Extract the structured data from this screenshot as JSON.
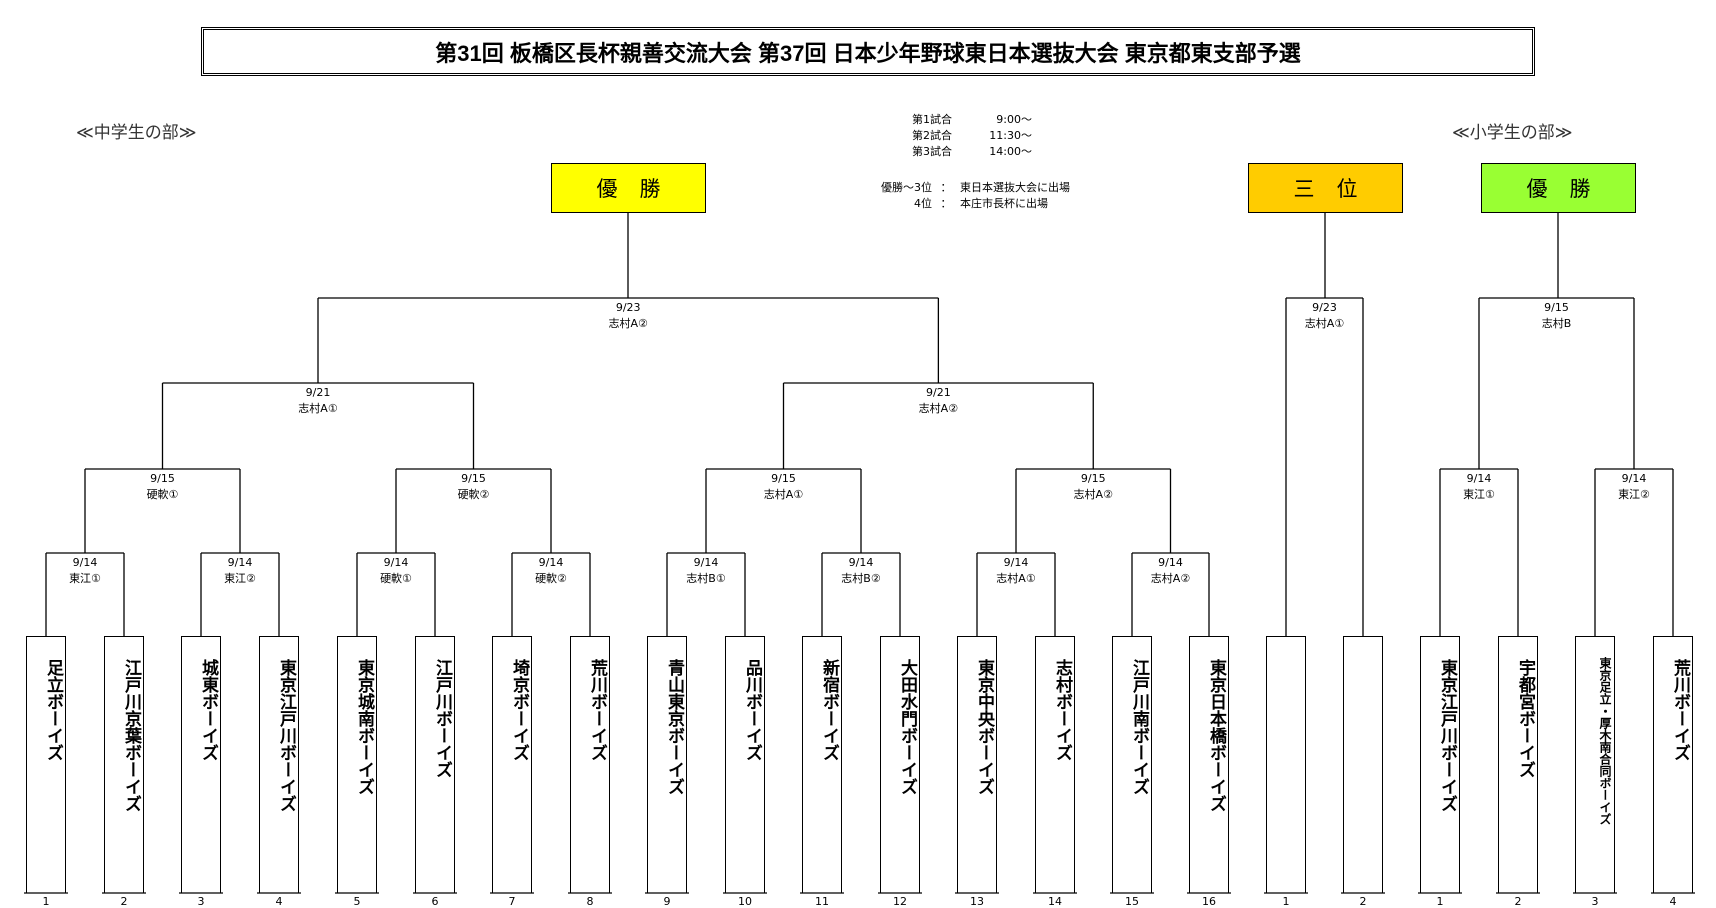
{
  "title": "第31回 板橋区長杯親善交流大会 第37回 日本少年野球東日本選抜大会 東京都東支部予選",
  "sections": {
    "junior_high": "≪中学生の部≫",
    "elementary": "≪小学生の部≫"
  },
  "schedule": [
    {
      "game": "第1試合",
      "time": "9:00～"
    },
    {
      "game": "第2試合",
      "time": "11:30～"
    },
    {
      "game": "第3試合",
      "time": "14:00～"
    }
  ],
  "notes": [
    {
      "rank": "優勝～3位",
      "sep": "：",
      "text": "東日本選抜大会に出場"
    },
    {
      "rank": "4位",
      "sep": "：",
      "text": "本庄市長杯に出場"
    }
  ],
  "boxes": {
    "jh_champion": {
      "label": "優勝",
      "color": "#FFFF00"
    },
    "third_place": {
      "label": "三位",
      "color": "#FFCC00"
    },
    "el_champion": {
      "label": "優勝",
      "color": "#99FF33"
    }
  },
  "junior_high": {
    "teams": [
      {
        "num": "1",
        "name": "足立ボーイズ"
      },
      {
        "num": "2",
        "name": "江戸川京葉ボーイズ"
      },
      {
        "num": "3",
        "name": "城東ボーイズ"
      },
      {
        "num": "4",
        "name": "東京江戸川ボーイズ"
      },
      {
        "num": "5",
        "name": "東京城南ボーイズ"
      },
      {
        "num": "6",
        "name": "江戸川ボーイズ"
      },
      {
        "num": "7",
        "name": "埼京ボーイズ"
      },
      {
        "num": "8",
        "name": "荒川ボーイズ"
      },
      {
        "num": "9",
        "name": "青山東京ボーイズ"
      },
      {
        "num": "10",
        "name": "品川ボーイズ"
      },
      {
        "num": "11",
        "name": "新宿ボーイズ"
      },
      {
        "num": "12",
        "name": "大田水門ボーイズ"
      },
      {
        "num": "13",
        "name": "東京中央ボーイズ"
      },
      {
        "num": "14",
        "name": "志村ボーイズ"
      },
      {
        "num": "15",
        "name": "江戸川南ボーイズ"
      },
      {
        "num": "16",
        "name": "東京日本橋ボーイズ"
      }
    ],
    "round1": [
      {
        "date": "9/14",
        "venue": "東江①"
      },
      {
        "date": "9/14",
        "venue": "東江②"
      },
      {
        "date": "9/14",
        "venue": "硬軟①"
      },
      {
        "date": "9/14",
        "venue": "硬軟②"
      },
      {
        "date": "9/14",
        "venue": "志村B①"
      },
      {
        "date": "9/14",
        "venue": "志村B②"
      },
      {
        "date": "9/14",
        "venue": "志村A①"
      },
      {
        "date": "9/14",
        "venue": "志村A②"
      }
    ],
    "round2": [
      {
        "date": "9/15",
        "venue": "硬軟①"
      },
      {
        "date": "9/15",
        "venue": "硬軟②"
      },
      {
        "date": "9/15",
        "venue": "志村A①"
      },
      {
        "date": "9/15",
        "venue": "志村A②"
      }
    ],
    "semifinal": [
      {
        "date": "9/21",
        "venue": "志村A①"
      },
      {
        "date": "9/21",
        "venue": "志村A②"
      }
    ],
    "final": {
      "date": "9/23",
      "venue": "志村A②"
    }
  },
  "third_place_match": {
    "match": {
      "date": "9/23",
      "venue": "志村A①"
    },
    "teams": [
      {
        "num": "1",
        "name": ""
      },
      {
        "num": "2",
        "name": ""
      }
    ]
  },
  "elementary": {
    "teams": [
      {
        "num": "1",
        "name": "東京江戸川ボーイズ"
      },
      {
        "num": "2",
        "name": "宇都宮ボーイズ"
      },
      {
        "num": "3",
        "name": "東京足立・厚木南合同ボーイズ"
      },
      {
        "num": "4",
        "name": "荒川ボーイズ"
      }
    ],
    "round1": [
      {
        "date": "9/14",
        "venue": "東江①"
      },
      {
        "date": "9/14",
        "venue": "東江②"
      }
    ],
    "final": {
      "date": "9/15",
      "venue": "志村B"
    }
  }
}
